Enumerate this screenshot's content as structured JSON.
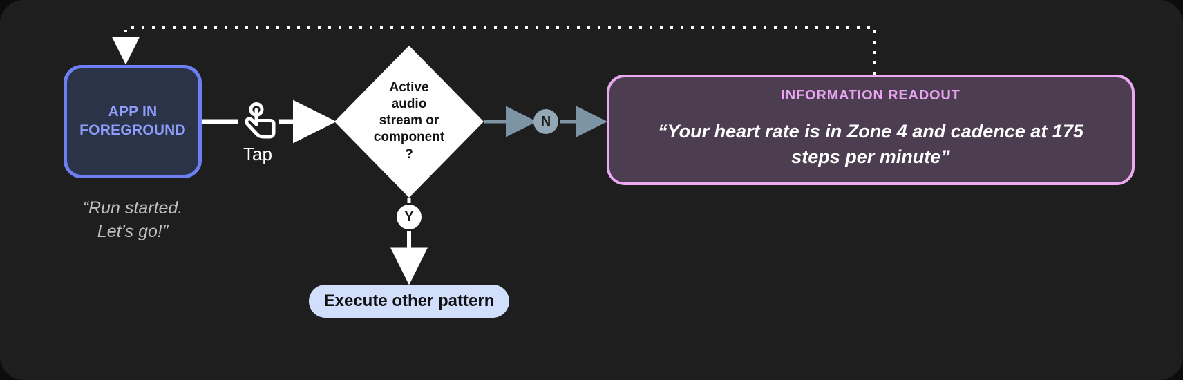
{
  "canvas": {
    "background": "#1e1e1e",
    "page_background": "#0c0c0c"
  },
  "nodes": {
    "app_foreground": {
      "label": "APP IN\nFOREGROUND",
      "caption": "“Run started.\nLet’s go!”",
      "fill": "#2b3348",
      "border": "#6d80f3",
      "text_color": "#8f9dfb"
    },
    "gesture": {
      "icon": "tap-gesture-icon",
      "label": "Tap"
    },
    "decision": {
      "label": "Active\naudio\nstream or\ncomponent\n?",
      "fill": "#ffffff",
      "text_color": "#111111"
    },
    "readout": {
      "title": "INFORMATION READOUT",
      "body": "“Your heart rate is in Zone 4 and cadence at 175 steps per minute”",
      "fill": "#4c3d50",
      "border": "#eaa9f1",
      "title_color": "#e9a5f2"
    },
    "other_pattern": {
      "label": "Execute other pattern",
      "fill": "#d2dffc",
      "text_color": "#111111"
    }
  },
  "branches": {
    "no": {
      "label": "N",
      "badge_color": "#93a7b5",
      "arrow_color": "#7d94a4"
    },
    "yes": {
      "label": "Y",
      "badge_color": "#ffffff",
      "arrow_color": "#ffffff"
    }
  },
  "connectors": {
    "feedback_loop": {
      "style": "dotted",
      "color": "#ffffff",
      "from": "readout",
      "to": "app_foreground"
    },
    "flow": {
      "style": "solid",
      "color": "#ffffff"
    }
  }
}
